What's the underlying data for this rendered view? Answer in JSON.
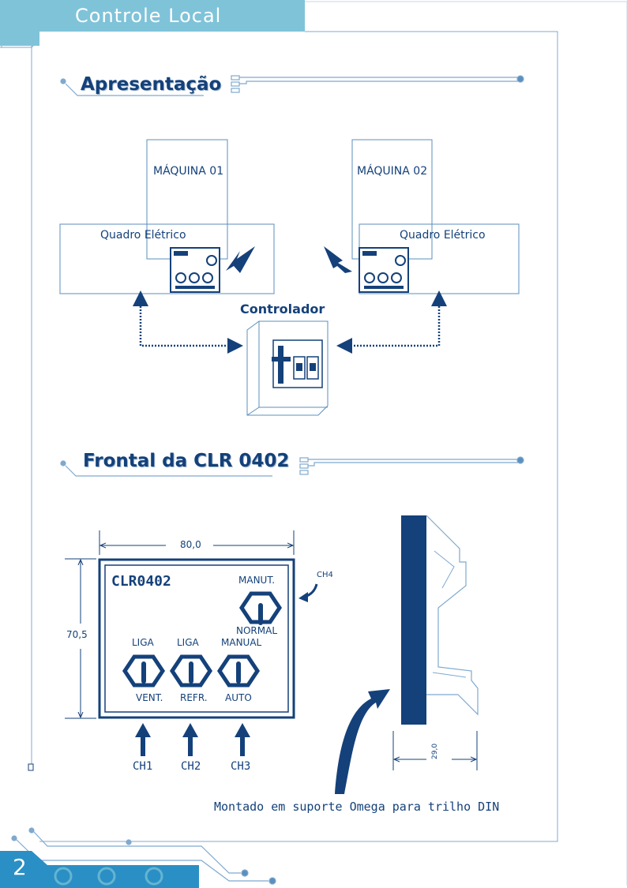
{
  "header": {
    "title": "Controle Local Remoto"
  },
  "sections": {
    "apresentacao": "Apresentação",
    "frontal": "Frontal da CLR 0402"
  },
  "diagram1": {
    "machine1": "MÁQUINA 01",
    "machine2": "MÁQUINA 02",
    "panel1": "Quadro Elétrico",
    "panel2": "Quadro Elétrico",
    "controller": "Controlador"
  },
  "front": {
    "width_dim": "80,0",
    "height_dim": "70,5",
    "model": "CLR0402",
    "manut": "MANUT.",
    "normal": "NORMAL",
    "ch4": "CH4",
    "sw1_top": "LIGA",
    "sw1_bottom": "VENT.",
    "sw2_top": "LIGA",
    "sw2_bottom": "REFR.",
    "sw3_top": "MANUAL",
    "sw3_bottom": "AUTO",
    "ch1": "CH1",
    "ch2": "CH2",
    "ch3": "CH3"
  },
  "side": {
    "depth_dim": "29,0",
    "caption": "Montado em suporte Omega para trilho DIN"
  },
  "page": {
    "number": "2"
  },
  "colors": {
    "primary": "#14417a",
    "accent": "#7fc3d9",
    "line": "#5b8fbd"
  }
}
